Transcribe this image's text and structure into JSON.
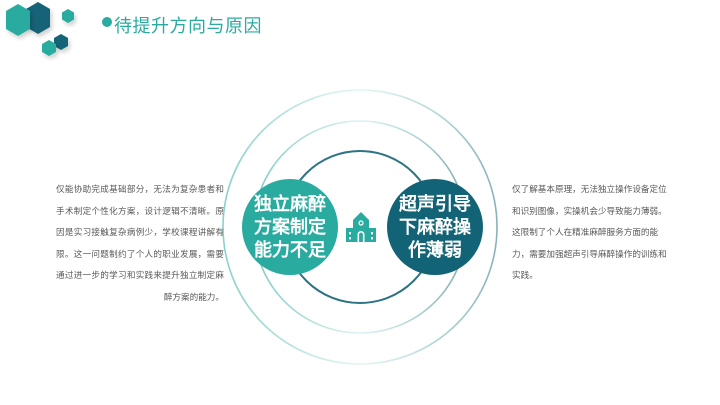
{
  "header": {
    "title": "待提升方向与原因",
    "logo_icon": "hexagon-cluster-icon"
  },
  "colors": {
    "accent_teal": "#2aab9f",
    "accent_dark": "#136377",
    "text_gray": "#595959"
  },
  "diagram": {
    "center_icon": "school-building-icon",
    "left_bubble": {
      "label": "独立麻醉方案制定能力不足"
    },
    "right_bubble": {
      "label": "超声引导下麻醉操作薄弱"
    }
  },
  "descriptions": {
    "left": "仅能协助完成基础部分，无法为复杂患者和手术制定个性化方案，设计逻辑不清晰。原因是实习接触复杂病例少，学校课程讲解有限。这一问题制约了个人的职业发展，需要通过进一步的学习和实践来提升独立制定麻醉方案的能力。",
    "right": "仅了解基本原理，无法独立操作设备定位和识别图像，实操机会少导致能力薄弱。这限制了个人在精准麻醉服务方面的能力，需要加强超声引导麻醉操作的训练和实践。"
  }
}
